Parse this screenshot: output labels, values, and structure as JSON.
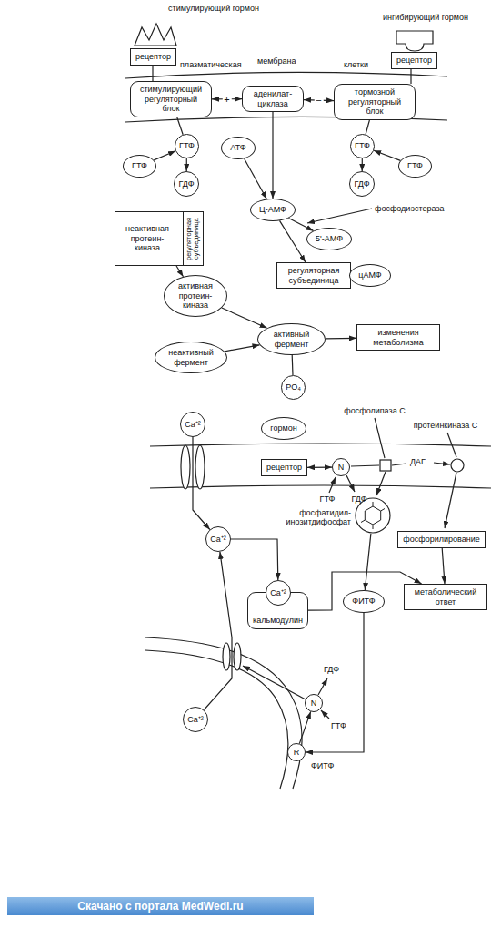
{
  "diagram": {
    "nodes": [
      {
        "text": [
          "рецептор"
        ]
      },
      {
        "text": [
          "рецептор"
        ]
      },
      {
        "text": [
          "стимулирующий регуляторный блок"
        ]
      },
      {
        "text": [
          "аденилат-циклаза"
        ]
      },
      {
        "text": [
          "тормозной регуляторный блок"
        ]
      },
      {
        "text": [
          "ГТФ"
        ]
      },
      {
        "text": [
          "ГТФ"
        ]
      },
      {
        "text": [
          "ГДФ"
        ]
      },
      {
        "text": [
          "АТФ"
        ]
      },
      {
        "text": [
          "ГТФ"
        ]
      },
      {
        "text": [
          "ГТФ"
        ]
      },
      {
        "text": [
          "ГДФ"
        ]
      },
      {
        "text": [
          "Ц-АМФ"
        ]
      },
      {
        "text": [
          "неактивная протеин-киназа"
        ]
      },
      {
        "text": [
          "регуляторная субъединица"
        ],
        "in": 13
      },
      {
        "text": [
          "5'-АМФ"
        ]
      },
      {
        "text": [
          "регуляторная субъединица"
        ]
      },
      {
        "text": [
          "цАМФ"
        ]
      },
      {
        "text": [
          "активная протеин-киназа"
        ]
      },
      {
        "text": [
          "активный фермент"
        ]
      },
      {
        "text": [
          "неактивный фермент"
        ]
      },
      {
        "text": [
          "PO₄"
        ]
      },
      {
        "text": [
          "изменения метаболизма"
        ]
      },
      {
        "text": [
          "Ca⁺²"
        ]
      },
      {
        "text": [
          "гормон"
        ]
      },
      {
        "text": [
          "рецептор"
        ]
      },
      {
        "text": [
          "N"
        ]
      },
      {
        "text": [
          "фосфатидил-инозитдифосфат"
        ]
      },
      {
        "text": [
          "Ca⁺²"
        ]
      },
      {
        "text": [
          "фосфорилирование"
        ]
      },
      {
        "text": [
          "кальмодулин"
        ]
      },
      {
        "text": [
          "Ca⁺²"
        ],
        "in": 30
      },
      {
        "text": [
          "ФИТФ"
        ]
      },
      {
        "text": [
          "метаболический ответ"
        ]
      },
      {
        "text": [
          "R"
        ]
      },
      {
        "text": [
          "N"
        ]
      },
      {
        "text": [
          "Ca⁺²"
        ]
      }
    ],
    "edges": [
      {
        "from": 2,
        "to": 3,
        "label": "+",
        "arrow": "both"
      },
      {
        "from": 4,
        "to": 3,
        "label": "−",
        "arrow": "both"
      },
      {
        "from": 2,
        "to": 5,
        "arrow": "none"
      },
      {
        "from": 6,
        "to": 5,
        "arrow": "to"
      },
      {
        "from": 5,
        "to": 7,
        "arrow": "to"
      },
      {
        "from": 4,
        "to": 9,
        "arrow": "none"
      },
      {
        "from": 10,
        "to": 9,
        "arrow": "to"
      },
      {
        "from": 9,
        "to": 11,
        "arrow": "to"
      },
      {
        "from": 3,
        "to": 12,
        "arrow": "to"
      },
      {
        "from": 8,
        "to": 12,
        "arrow": "to"
      },
      {
        "from": 12,
        "to": 15,
        "arrow": "to"
      },
      {
        "from": 12,
        "to": 16,
        "arrow": "to"
      },
      {
        "from": 13,
        "to": 18,
        "arrow": "to"
      },
      {
        "from": 18,
        "to": 19,
        "arrow": "to"
      },
      {
        "from": 20,
        "to": 19,
        "arrow": "to"
      },
      {
        "from": 21,
        "to": 19,
        "arrow": "none"
      },
      {
        "from": 19,
        "to": 22,
        "arrow": "to"
      },
      {
        "from": 23,
        "to": 28,
        "arrow": "to"
      },
      {
        "from": 25,
        "to": 26,
        "arrow": "both"
      },
      {
        "from": 28,
        "to": 31,
        "arrow": "to"
      },
      {
        "from": 27,
        "to": 32,
        "arrow": "to"
      },
      {
        "from": 30,
        "to": 33,
        "arrow": "to"
      },
      {
        "from": 29,
        "to": 33,
        "arrow": "to"
      },
      {
        "from": 32,
        "to": 34,
        "arrow": "to"
      },
      {
        "from": 34,
        "to": 35,
        "arrow": "to"
      },
      {
        "from": 36,
        "to": 28,
        "arrow": "to"
      }
    ],
    "labels": [
      "стимулирующий гормон",
      "ингибирующий гормон",
      "плазматическая",
      "мембрана",
      "клетки",
      "фосфодиэстераза",
      "фосфолипаза С",
      "протеинкиназа С",
      "ДАГ",
      "ГТФ",
      "ГДФ",
      "ГДФ",
      "ГТФ",
      "ФИТФ",
      "Скачано с портала MedWedi.ru"
    ]
  }
}
